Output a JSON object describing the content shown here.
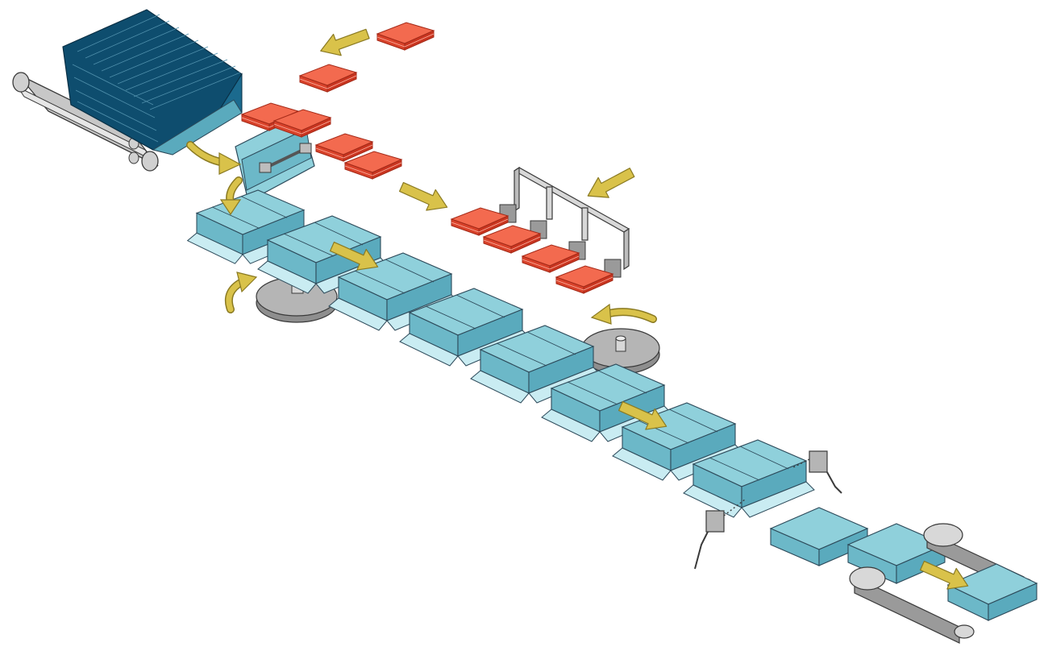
{
  "diagram": {
    "title": "",
    "palette": {
      "background": "#ffffff",
      "carton_top": "#8fd0db",
      "carton_side": "#6cb8c8",
      "carton_dark": "#4d9fb2",
      "carton_light": "#c9ecf2",
      "magazine_blue": "#0e4d6e",
      "product_red": "#f0553a",
      "product_red_dark": "#c93520",
      "arrow_yellow": "#d9c24a",
      "arrow_yellow_dark": "#8a7a22",
      "machine_gray": "#a9a9a9",
      "machine_light": "#d8d8d8",
      "machine_dark": "#6f6f6f"
    },
    "components": [
      "carton-magazine-conveyor",
      "carton-erector",
      "product-infeed",
      "product-pick-and-place-gripper",
      "turntable-left",
      "turntable-right",
      "carton-flow-line",
      "flap-sensor-left",
      "flap-sensor-right",
      "belt-closer-output"
    ],
    "flow_arrows": [
      {
        "id": "product-infeed-arrow",
        "direction": "down-left"
      },
      {
        "id": "gripper-infeed-arrow",
        "direction": "down-left"
      },
      {
        "id": "product-transfer-arrow",
        "direction": "down-right"
      },
      {
        "id": "magazine-to-erector-arrow",
        "direction": "curve-right"
      },
      {
        "id": "erector-down-arrow",
        "direction": "curve-down"
      },
      {
        "id": "carton-line-arrow-1",
        "direction": "down-right"
      },
      {
        "id": "turntable-left-arrow",
        "direction": "curve-up"
      },
      {
        "id": "turntable-right-arrow",
        "direction": "curve-left"
      },
      {
        "id": "carton-line-arrow-2",
        "direction": "down-right"
      },
      {
        "id": "output-arrow",
        "direction": "down-right"
      }
    ]
  }
}
